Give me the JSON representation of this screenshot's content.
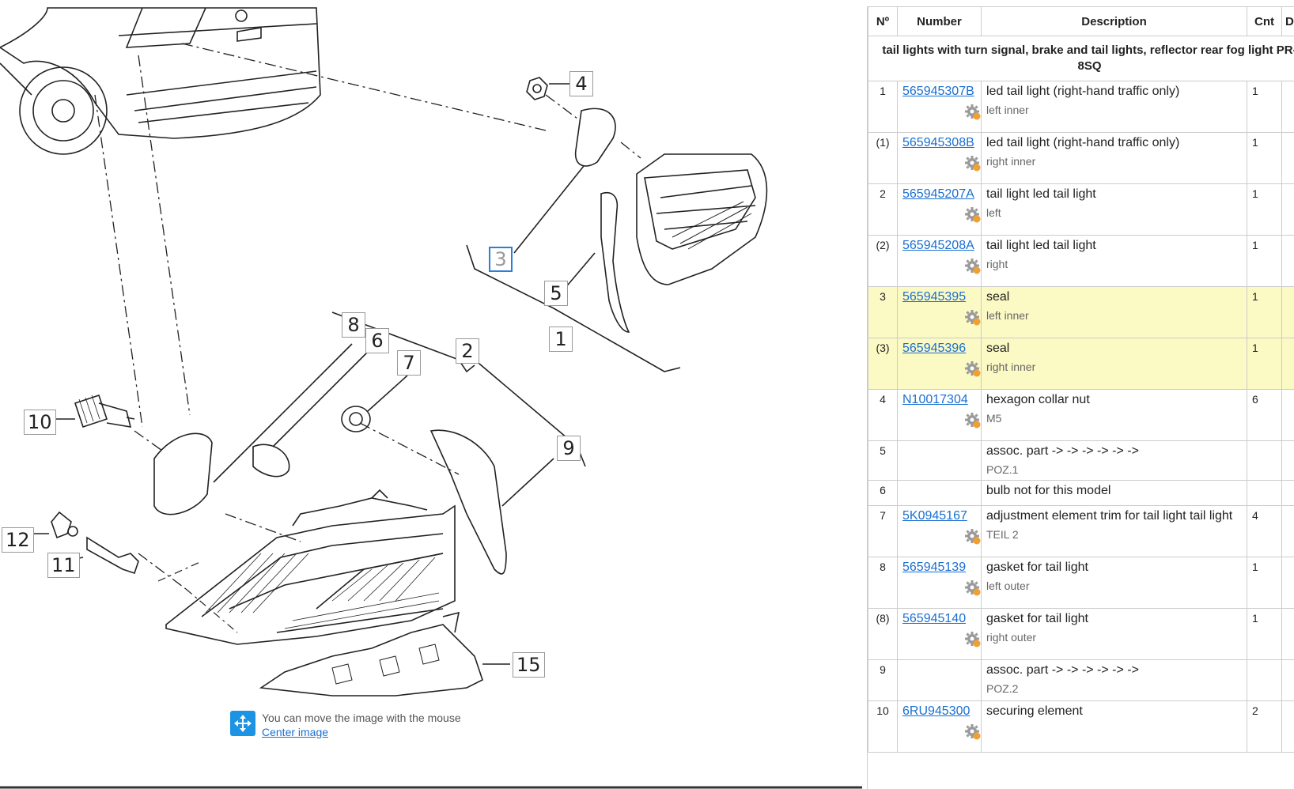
{
  "diagram": {
    "callouts": [
      {
        "id": "c4",
        "label": "4"
      },
      {
        "id": "c3",
        "label": "3"
      },
      {
        "id": "c5",
        "label": "5"
      },
      {
        "id": "c1",
        "label": "1"
      },
      {
        "id": "c8",
        "label": "8"
      },
      {
        "id": "c6",
        "label": "6"
      },
      {
        "id": "c7",
        "label": "7"
      },
      {
        "id": "c2",
        "label": "2"
      },
      {
        "id": "c9",
        "label": "9"
      },
      {
        "id": "c10",
        "label": "10"
      },
      {
        "id": "c12",
        "label": "12"
      },
      {
        "id": "c11",
        "label": "11"
      },
      {
        "id": "c15",
        "label": "15"
      }
    ],
    "active_callout": "3",
    "hint_text": "You can move the image with the mouse",
    "center_link": "Center image",
    "accent_color": "#1c93e3",
    "icons": {
      "hint": "move-arrows-icon",
      "gear": "gear-icon"
    }
  },
  "table": {
    "headers": {
      "no": "Nº",
      "number": "Number",
      "description": "Description",
      "cnt": "Cnt",
      "extra": "D"
    },
    "group_title": "tail lights with turn signal, brake and tail lights, reflector rear fog light PR-8SQ",
    "highlight_color": "#fbf9c4",
    "rows": [
      {
        "no": "1",
        "number": "565945307B",
        "desc": "led tail light (right-hand traffic only)",
        "sub": "left inner",
        "cnt": "1",
        "gear": true,
        "hl": false
      },
      {
        "no": "(1)",
        "number": "565945308B",
        "desc": "led tail light (right-hand traffic only)",
        "sub": "right inner",
        "cnt": "1",
        "gear": true,
        "hl": false
      },
      {
        "no": "2",
        "number": "565945207A",
        "desc": "tail light led tail light",
        "sub": "left",
        "cnt": "1",
        "gear": true,
        "hl": false
      },
      {
        "no": "(2)",
        "number": "565945208A",
        "desc": "tail light led tail light",
        "sub": "right",
        "cnt": "1",
        "gear": true,
        "hl": false
      },
      {
        "no": "3",
        "number": "565945395",
        "desc": "seal",
        "sub": "left inner",
        "cnt": "1",
        "gear": true,
        "hl": true
      },
      {
        "no": "(3)",
        "number": "565945396",
        "desc": "seal",
        "sub": "right inner",
        "cnt": "1",
        "gear": true,
        "hl": true
      },
      {
        "no": "4",
        "number": "N10017304",
        "desc": "hexagon collar nut",
        "sub": "M5",
        "cnt": "6",
        "gear": true,
        "hl": false
      },
      {
        "no": "5",
        "number": "",
        "desc": "assoc. part -> -> -> -> -> ->",
        "sub": "POZ.1",
        "cnt": "",
        "gear": false,
        "hl": false
      },
      {
        "no": "6",
        "number": "",
        "desc": "bulb not for this model",
        "sub": "",
        "cnt": "",
        "gear": false,
        "hl": false
      },
      {
        "no": "7",
        "number": "5K0945167",
        "desc": "adjustment element trim for tail light tail light",
        "sub": "TEIL 2",
        "cnt": "4",
        "gear": true,
        "hl": false
      },
      {
        "no": "8",
        "number": "565945139",
        "desc": "gasket for tail light",
        "sub": "left outer",
        "cnt": "1",
        "gear": true,
        "hl": false
      },
      {
        "no": "(8)",
        "number": "565945140",
        "desc": "gasket for tail light",
        "sub": "right outer",
        "cnt": "1",
        "gear": true,
        "hl": false
      },
      {
        "no": "9",
        "number": "",
        "desc": "assoc. part -> -> -> -> -> ->",
        "sub": "POZ.2",
        "cnt": "",
        "gear": false,
        "hl": false
      },
      {
        "no": "10",
        "number": "6RU945300",
        "desc": "securing element",
        "sub": "",
        "cnt": "2",
        "gear": true,
        "hl": false
      }
    ]
  }
}
